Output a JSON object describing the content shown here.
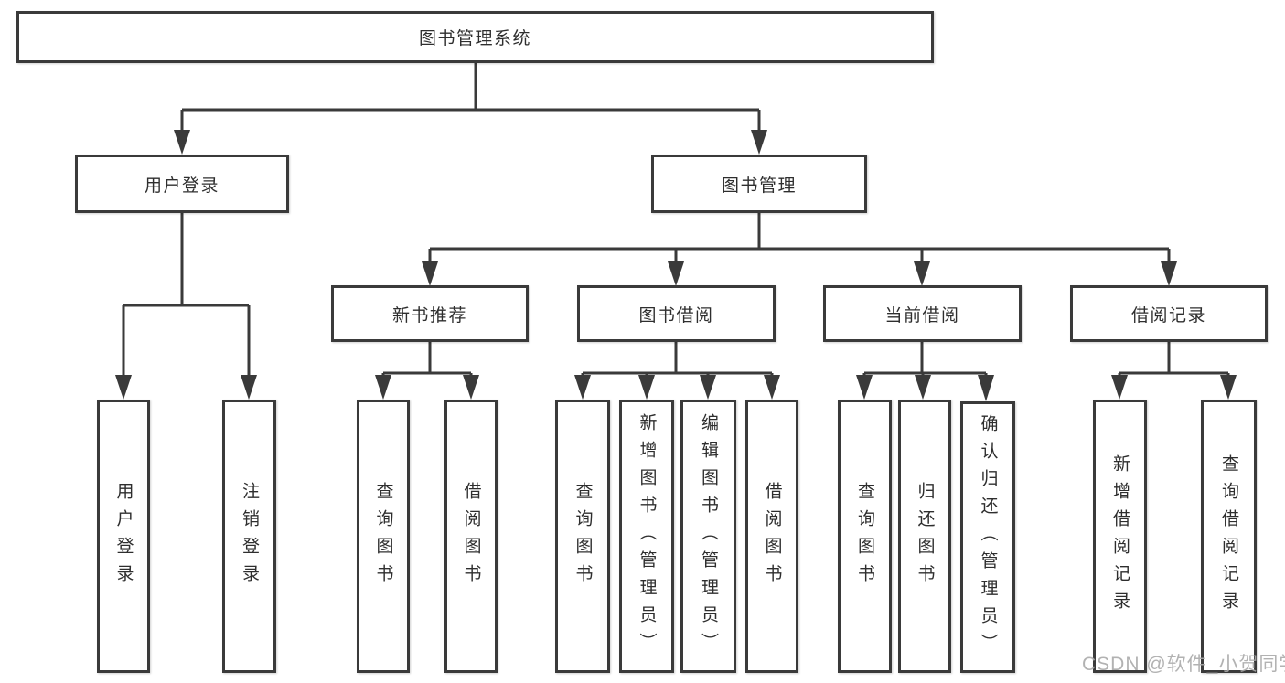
{
  "diagram": {
    "tree": {
      "label": "图书管理系统",
      "children": [
        {
          "label": "用户登录",
          "children": [
            {
              "label": "用户登录"
            },
            {
              "label": "注销登录"
            }
          ]
        },
        {
          "label": "图书管理",
          "children": [
            {
              "label": "新书推荐",
              "children": [
                {
                  "label": "查询图书"
                },
                {
                  "label": "借阅图书"
                }
              ]
            },
            {
              "label": "图书借阅",
              "children": [
                {
                  "label": "查询图书"
                },
                {
                  "label": "新增图书（管理员）"
                },
                {
                  "label": "编辑图书（管理员）"
                },
                {
                  "label": "借阅图书"
                }
              ]
            },
            {
              "label": "当前借阅",
              "children": [
                {
                  "label": "查询图书"
                },
                {
                  "label": "归还图书"
                },
                {
                  "label": "确认归还（管理员）"
                }
              ]
            },
            {
              "label": "借阅记录",
              "children": [
                {
                  "label": "新增借阅记录"
                },
                {
                  "label": "查询借阅记录"
                }
              ]
            }
          ]
        }
      ]
    },
    "watermark": "CSDN @软件_小贺同学",
    "colors": {
      "line": "#3a3a3a",
      "text": "#2e2e2e",
      "background": "#ffffff",
      "watermark": "#aaaaaa"
    }
  }
}
